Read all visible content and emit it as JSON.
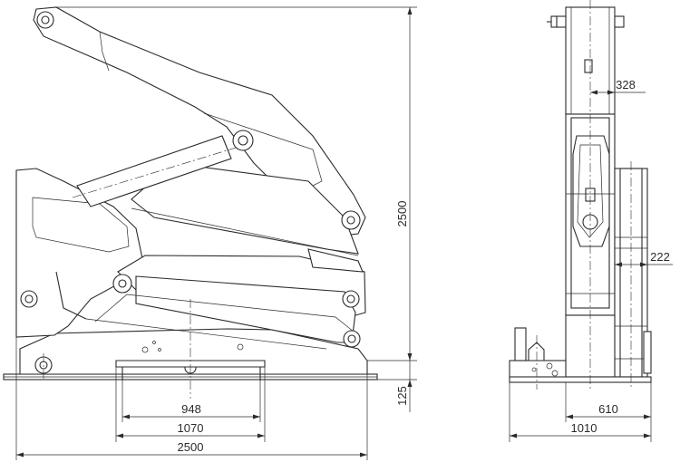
{
  "side_view": {
    "dimensions": {
      "height_total": "2500",
      "base_height": "125",
      "length_948": "948",
      "length_1070": "1070",
      "length_total": "2500"
    }
  },
  "front_view": {
    "dimensions": {
      "top_width": "328",
      "mid_width": "222",
      "base_610": "610",
      "base_1010": "1010"
    }
  }
}
